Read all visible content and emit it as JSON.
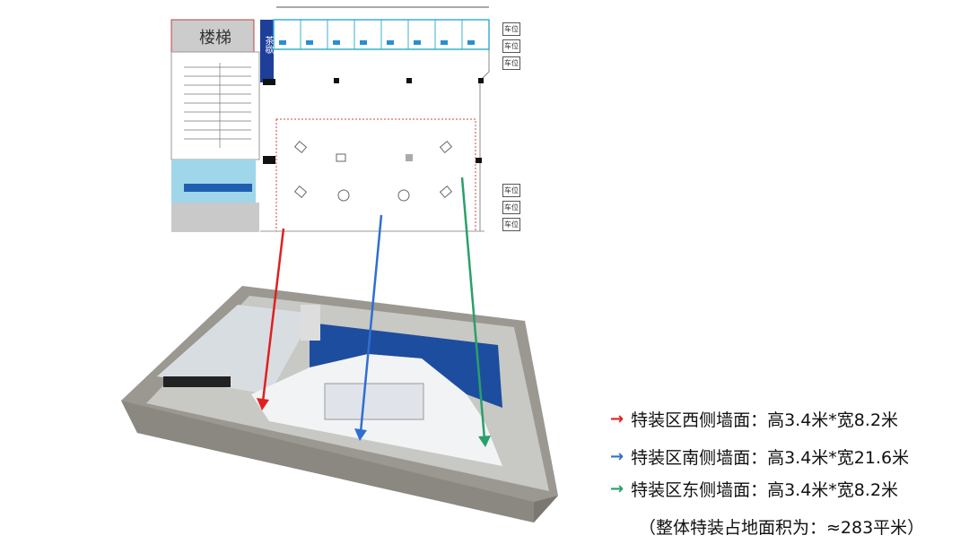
{
  "floor_plan": {
    "stairs_label": "楼梯",
    "tea_break_label": "茶歇",
    "parking_labels": [
      "车位",
      "车位",
      "车位",
      "车位",
      "车位",
      "车位"
    ]
  },
  "legend": [
    {
      "arrow": "→",
      "color": "#e02020",
      "text": "特装区西侧墙面：高3.4米*宽8.2米"
    },
    {
      "arrow": "→",
      "color": "#2f6fd0",
      "text": "特装区南侧墙面：高3.4米*宽21.6米"
    },
    {
      "arrow": "→",
      "color": "#2aa06a",
      "text": "特装区东侧墙面：高3.4米*宽8.2米"
    }
  ],
  "note": "（整体特装占地面积为：≈283平米）"
}
